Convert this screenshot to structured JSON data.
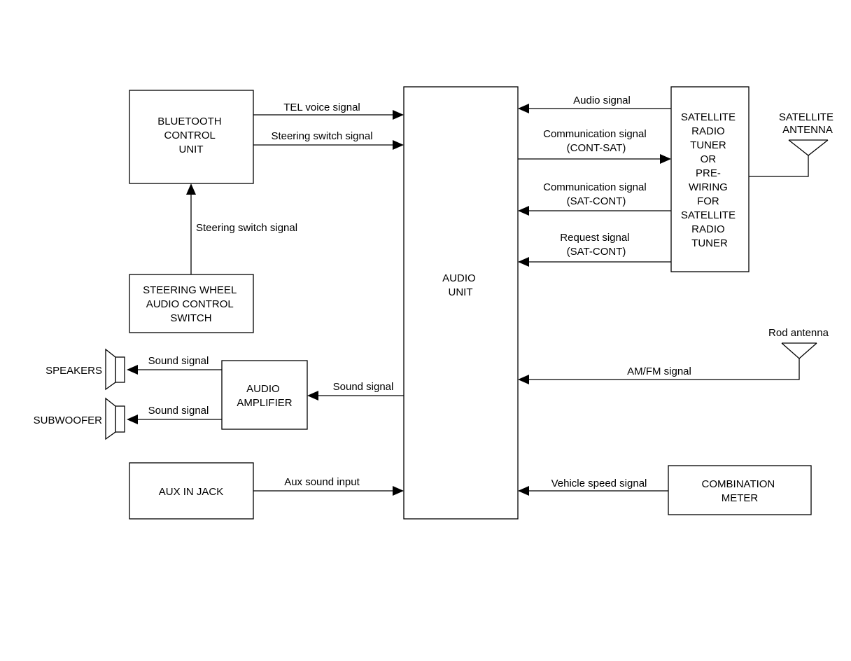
{
  "blocks": {
    "bluetooth": [
      "BLUETOOTH",
      "CONTROL",
      "UNIT"
    ],
    "steering_switch": [
      "STEERING WHEEL",
      "AUDIO CONTROL",
      "SWITCH"
    ],
    "aux_jack": [
      "AUX IN JACK"
    ],
    "audio_unit": [
      "AUDIO",
      "UNIT"
    ],
    "amplifier": [
      "AUDIO",
      "AMPLIFIER"
    ],
    "satellite_tuner": [
      "SATELLITE",
      "RADIO",
      "TUNER",
      "OR",
      "PRE-",
      "WIRING",
      "FOR",
      "SATELLITE",
      "RADIO",
      "TUNER"
    ],
    "combination_meter": [
      "COMBINATION",
      "METER"
    ],
    "speakers": "SPEAKERS",
    "subwoofer": "SUBWOOFER",
    "satellite_antenna": [
      "SATELLITE",
      "ANTENNA"
    ],
    "rod_antenna": "Rod antenna"
  },
  "signals": {
    "tel_voice": [
      "TEL voice signal"
    ],
    "steering_to_audio": [
      "Steering switch signal"
    ],
    "steering_to_bluetooth": [
      "Steering switch signal"
    ],
    "sound_unit_to_amp": [
      "Sound signal"
    ],
    "sound_amp_to_speakers": [
      "Sound signal"
    ],
    "sound_amp_to_subwoofer": [
      "Sound signal"
    ],
    "aux_input": [
      "Aux sound input"
    ],
    "sat_audio": [
      "Audio signal"
    ],
    "cont_sat": [
      "Communication signal",
      "(CONT-SAT)"
    ],
    "sat_cont": [
      "Communication signal",
      "(SAT-CONT)"
    ],
    "request": [
      "Request signal",
      "(SAT-CONT)"
    ],
    "am_fm": [
      "AM/FM signal"
    ],
    "vehicle_speed": [
      "Vehicle speed signal"
    ]
  }
}
